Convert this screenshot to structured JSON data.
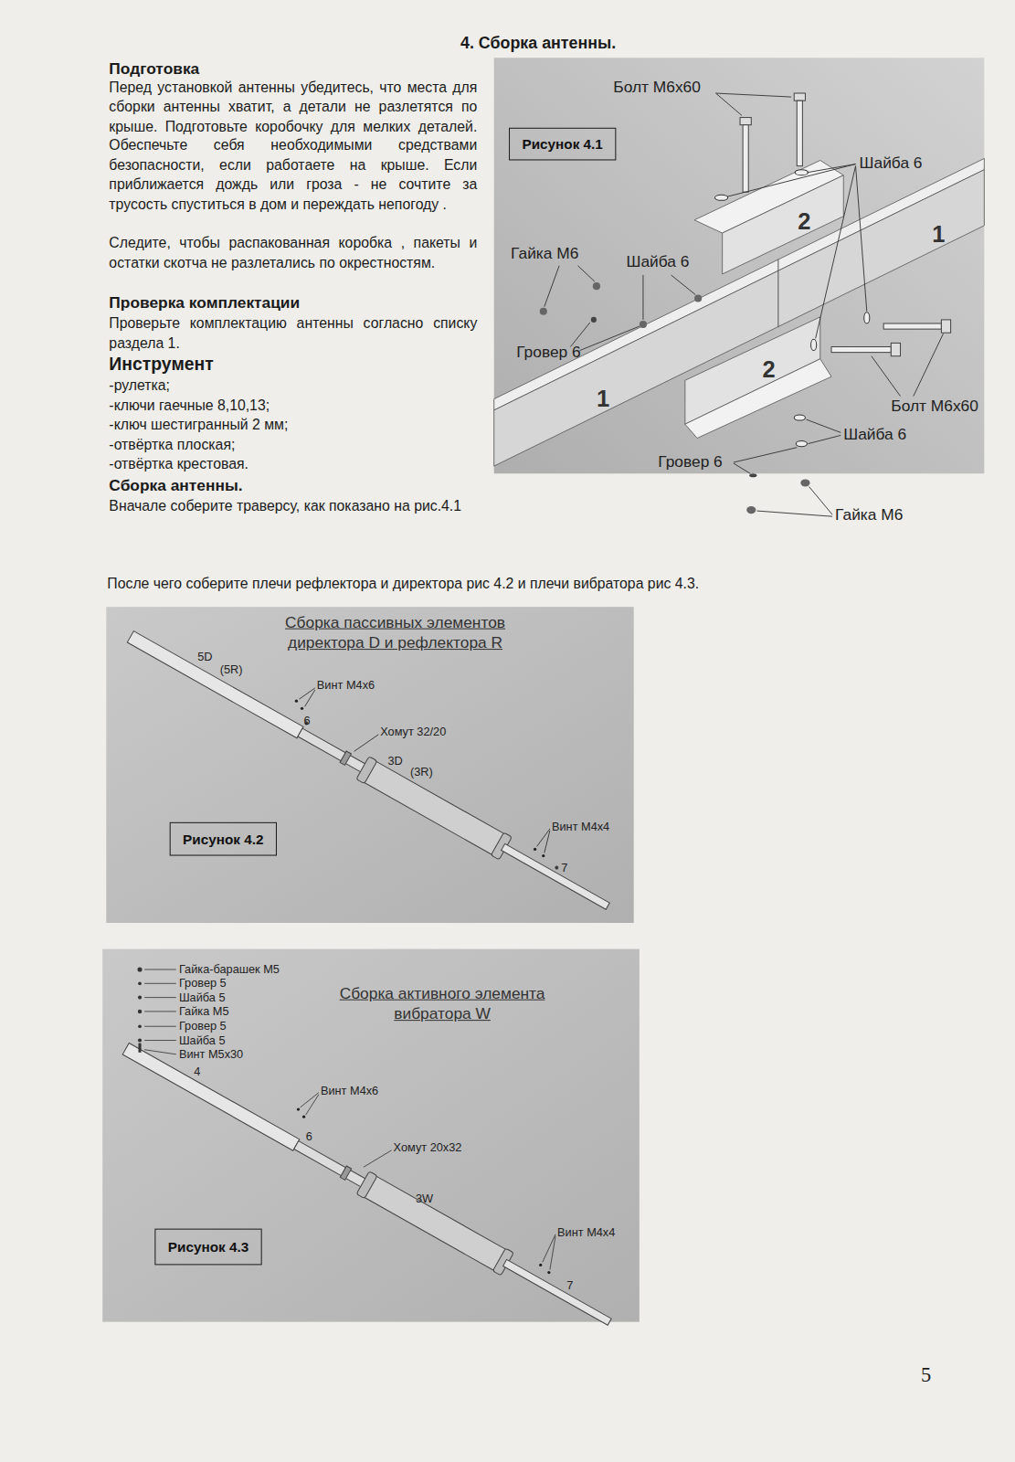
{
  "diagram": {
    "title": "4. Сборка антенны.",
    "nodes": [
      {
        "text": [
          "Рисунок 4.1"
        ]
      },
      {
        "text": [
          "Сборка пассивных элементов директора D и рефлектора R"
        ]
      },
      {
        "text": [
          "Рисунок 4.2"
        ],
        "in": 1
      },
      {
        "text": [
          "Сборка активного элемента вибратора W"
        ]
      },
      {
        "text": [
          "Рисунок 4.3"
        ],
        "in": 3
      }
    ],
    "labels": [
      "Подготовка",
      "Перед установкой антенны убедитесь, что места для сборки антенны хватит, а детали не разлетятся по крыше. Подготовьте коробочку для мелких деталей. Обеспечьте себя необходимыми средствами безопасности, если работаете на крыше. Если приближается дождь или гроза - не сочтите за трусость спуститься в дом и переждать непогоду .",
      "Следите, чтобы распакованная коробка , пакеты и остатки скотча не разлетались по окрестностям.",
      "Проверка комплектации",
      "Проверьте комплектацию антенны согласно списку раздела 1.",
      "Инструмент",
      "-рулетка;",
      "-ключи гаечные 8,10,13;",
      "-ключ шестигранный 2 мм;",
      "-отвёртка плоская;",
      "-отвёртка крестовая.",
      "Сборка антенны.",
      "Вначале соберите траверсу, как показано на рис.4.1",
      "Болт М6х60",
      "Шайба 6",
      "Гайка М6",
      "Шайба 6",
      "Гровер 6",
      "2",
      "1",
      "2",
      "1",
      "Болт М6х60",
      "Шайба 6",
      "Гровер 6",
      "Гайка М6",
      "После чего соберите плечи рефлектора и директора рис 4.2 и плечи вибратора рис 4.3.",
      "5D",
      "(5R)",
      "Винт М4х6",
      "6",
      "Хомут 32/20",
      "3D",
      "(3R)",
      "Винт М4х4",
      "7",
      "Гайка-барашек М5",
      "Гровер 5",
      "Шайба 5",
      "Гайка М5",
      "Гровер 5",
      "Шайба 5",
      "Винт М5х30",
      "4",
      "Винт М4х6",
      "6",
      "Хомут 20х32",
      "3W",
      "Винт М4х4",
      "7",
      "5"
    ]
  }
}
